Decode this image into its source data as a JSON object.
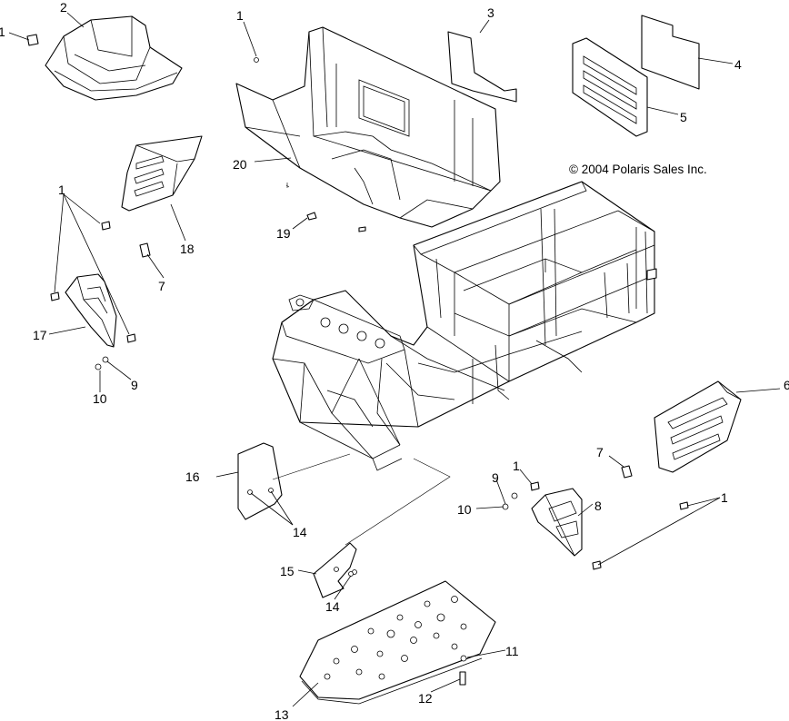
{
  "copyright": "© 2004 Polaris Sales Inc.",
  "callouts": [
    {
      "id": "c1a",
      "text": "1"
    },
    {
      "id": "c2",
      "text": "2"
    },
    {
      "id": "c1b",
      "text": "1"
    },
    {
      "id": "c3",
      "text": "3"
    },
    {
      "id": "c4",
      "text": "4"
    },
    {
      "id": "c5",
      "text": "5"
    },
    {
      "id": "c20",
      "text": "20"
    },
    {
      "id": "c18",
      "text": "18"
    },
    {
      "id": "c1c",
      "text": "1"
    },
    {
      "id": "c7a",
      "text": "7"
    },
    {
      "id": "c19",
      "text": "19"
    },
    {
      "id": "c17",
      "text": "17"
    },
    {
      "id": "c10a",
      "text": "10"
    },
    {
      "id": "c9a",
      "text": "9"
    },
    {
      "id": "c6",
      "text": "6"
    },
    {
      "id": "c7b",
      "text": "7"
    },
    {
      "id": "c16",
      "text": "16"
    },
    {
      "id": "c9b",
      "text": "9"
    },
    {
      "id": "c1d",
      "text": "1"
    },
    {
      "id": "c10b",
      "text": "10"
    },
    {
      "id": "c8",
      "text": "8"
    },
    {
      "id": "c1e",
      "text": "1"
    },
    {
      "id": "c14a",
      "text": "14"
    },
    {
      "id": "c15",
      "text": "15"
    },
    {
      "id": "c14b",
      "text": "14"
    },
    {
      "id": "c11",
      "text": "11"
    },
    {
      "id": "c12",
      "text": "12"
    },
    {
      "id": "c13",
      "text": "13"
    }
  ]
}
